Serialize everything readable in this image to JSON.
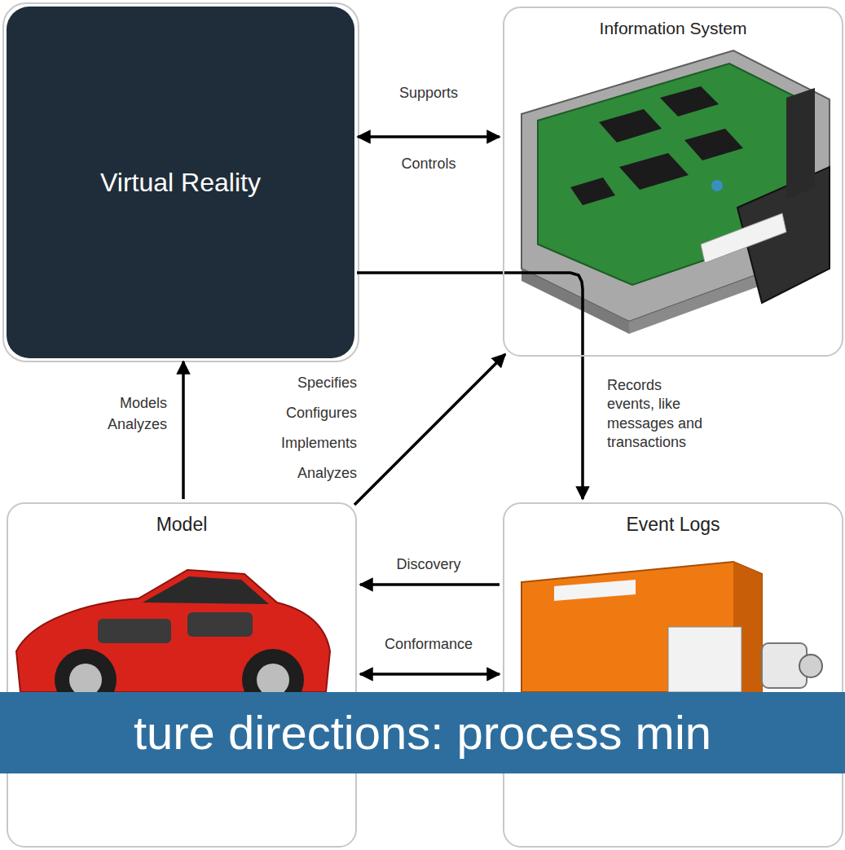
{
  "diagram": {
    "nodes": [
      {
        "text": [
          "Virtual Reality"
        ]
      },
      {
        "text": [
          "Information System"
        ]
      },
      {
        "text": [
          "Model"
        ]
      },
      {
        "text": [
          "Event Logs"
        ]
      },
      {
        "text": [
          "ture directions: process min"
        ]
      }
    ],
    "edges": [
      {
        "from": 0,
        "to": 1,
        "label": "Supports",
        "arrow": "both"
      },
      {
        "from": 0,
        "to": 3,
        "label": "Records events, like messages and transactions",
        "arrow": "to"
      },
      {
        "from": 2,
        "to": 0,
        "label": "Models Analyzes",
        "arrow": "to"
      },
      {
        "from": 2,
        "to": 1,
        "label": "Specifies Configures Implements Analyzes",
        "arrow": "to"
      },
      {
        "from": 3,
        "to": 2,
        "label": "Discovery",
        "arrow": "to"
      },
      {
        "from": 2,
        "to": 3,
        "label": "Conformance",
        "arrow": "both"
      }
    ],
    "labels": [
      "Controls"
    ]
  }
}
